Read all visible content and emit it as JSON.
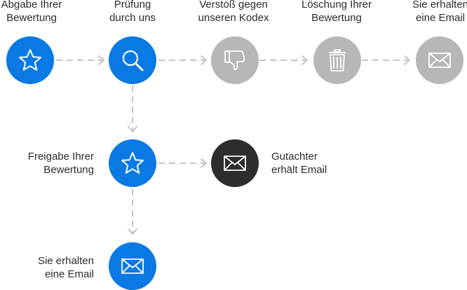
{
  "steps": {
    "abgabe": {
      "line1": "Abgabe Ihrer",
      "line2": "Bewertung",
      "icon": "star-icon",
      "color": "#0a79e4"
    },
    "pruefung": {
      "line1": "Prüfung",
      "line2": "durch uns",
      "icon": "search-icon",
      "color": "#0a79e4"
    },
    "verstoss": {
      "line1": "Verstoß gegen",
      "line2": "unseren Kodex",
      "icon": "thumbs-down-icon",
      "color": "#b7b7b7"
    },
    "loeschung": {
      "line1": "Löschung Ihrer",
      "line2": "Bewertung",
      "icon": "trash-icon",
      "color": "#b7b7b7"
    },
    "email_top": {
      "line1": "Sie erhalten",
      "line2": "eine Email",
      "icon": "mail-icon",
      "color": "#b7b7b7"
    },
    "freigabe": {
      "line1": "Freigabe Ihrer",
      "line2": "Bewertung",
      "icon": "star-icon",
      "color": "#0a79e4"
    },
    "gutachter": {
      "line1": "Gutachter",
      "line2": "erhält Email",
      "icon": "mail-icon",
      "color": "#2d2d2d"
    },
    "email_bottom": {
      "line1": "Sie erhalten",
      "line2": "eine Email",
      "icon": "mail-icon",
      "color": "#0a79e4"
    }
  },
  "connector_color": "#c4c4c4"
}
